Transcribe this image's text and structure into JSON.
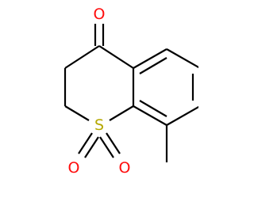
{
  "atoms": {
    "carbonyl_oxygen": {
      "symbol": "O",
      "color": "#ff0d0d"
    },
    "sulfur": {
      "symbol": "S",
      "color": "#b5a800"
    },
    "sulfonyl_oxygen_left": {
      "symbol": "O",
      "color": "#ff0d0d"
    },
    "sulfonyl_oxygen_right": {
      "symbol": "O",
      "color": "#ff0d0d"
    }
  }
}
